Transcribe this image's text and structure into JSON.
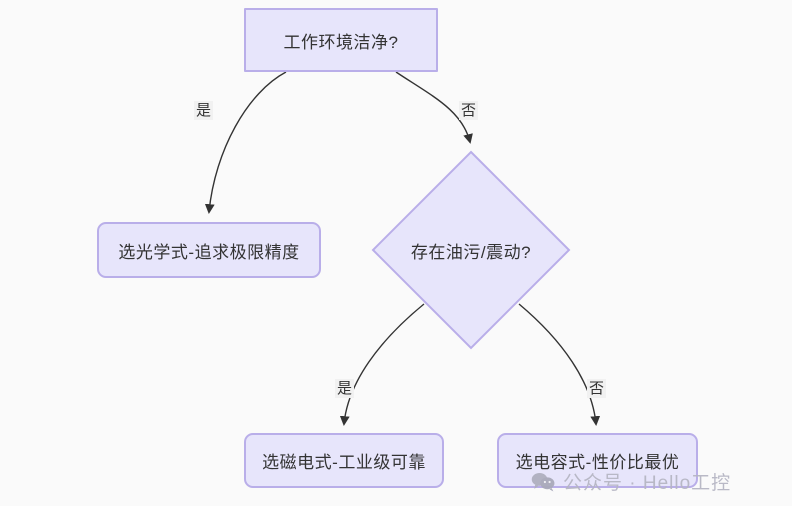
{
  "diagram": {
    "type": "flowchart",
    "direction": "top-down",
    "background_color": "#fafafa",
    "node_fill": "#e7e5fb",
    "node_border": "#b9aee9",
    "edge_color": "#333333",
    "text_color": "#333333",
    "nodes": [
      {
        "id": "start",
        "shape": "rect",
        "label": "工作环境洁净?"
      },
      {
        "id": "optical",
        "shape": "rounded-rect",
        "label": "选光学式-追求极限精度"
      },
      {
        "id": "oil",
        "shape": "diamond",
        "label": "存在油污/震动?"
      },
      {
        "id": "magnetic",
        "shape": "rounded-rect",
        "label": "选磁电式-工业级可靠"
      },
      {
        "id": "capacitive",
        "shape": "rounded-rect",
        "label": "选电容式-性价比最优"
      }
    ],
    "edges": [
      {
        "from": "start",
        "to": "optical",
        "label": "是"
      },
      {
        "from": "start",
        "to": "oil",
        "label": "否"
      },
      {
        "from": "oil",
        "to": "magnetic",
        "label": "是"
      },
      {
        "from": "oil",
        "to": "capacitive",
        "label": "否"
      }
    ]
  },
  "watermark": {
    "icon": "wechat-icon",
    "text": "公众号 · Hello工控"
  }
}
